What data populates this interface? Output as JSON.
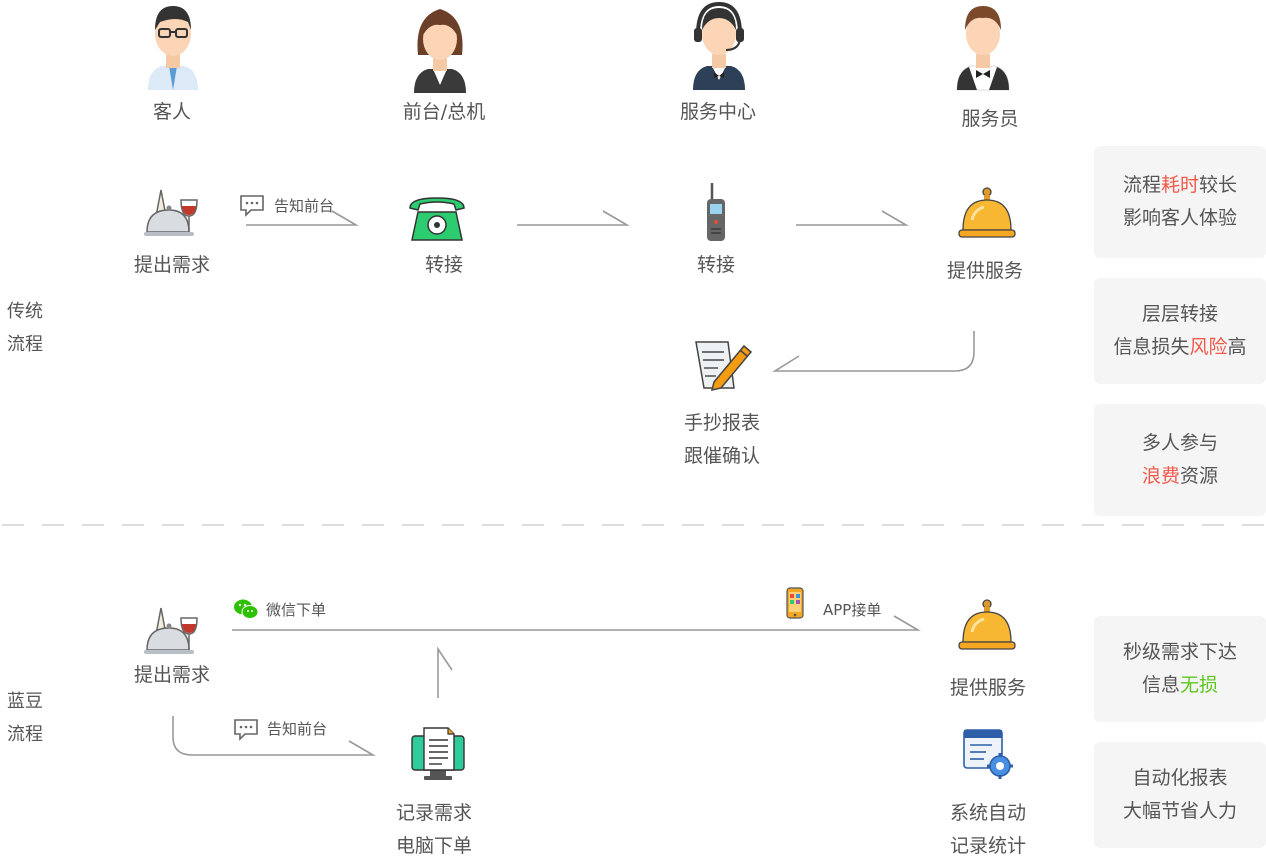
{
  "roles": [
    "客人",
    "前台/总机",
    "服务中心",
    "服务员"
  ],
  "traditional": {
    "side_label": [
      "传统",
      "流程"
    ],
    "steps": {
      "request": "提出需求",
      "transfer1": "转接",
      "transfer2": "转接",
      "serve": "提供服务",
      "manual": [
        "手抄报表",
        "跟催确认"
      ]
    },
    "arrow_label": "告知前台",
    "issues": [
      {
        "pre": "流程",
        "hl": "耗时",
        "post": "较长",
        "line2": "影响客人体验"
      },
      {
        "line1": "层层转接",
        "pre": "信息损失",
        "hl": "风险",
        "post": "高"
      },
      {
        "line1": "多人参与",
        "hl": "浪费",
        "post": "资源"
      }
    ]
  },
  "landou": {
    "side_label": [
      "蓝豆",
      "流程"
    ],
    "steps": {
      "request": "提出需求",
      "serve": "提供服务",
      "record": [
        "记录需求",
        "电脑下单"
      ],
      "stats": [
        "系统自动",
        "记录统计"
      ]
    },
    "wechat_label": "微信下单",
    "app_label": "APP接单",
    "notify_label": "告知前台",
    "benefits": [
      {
        "line1": "秒级需求下达",
        "pre": "信息",
        "hl": "无损"
      },
      {
        "line1": "自动化报表",
        "line2": "大幅节省人力"
      }
    ]
  },
  "colors": {
    "highlight_red": "#f05a4a",
    "highlight_green": "#5cc81e",
    "card_bg": "#f5f5f5",
    "line": "#999999"
  }
}
